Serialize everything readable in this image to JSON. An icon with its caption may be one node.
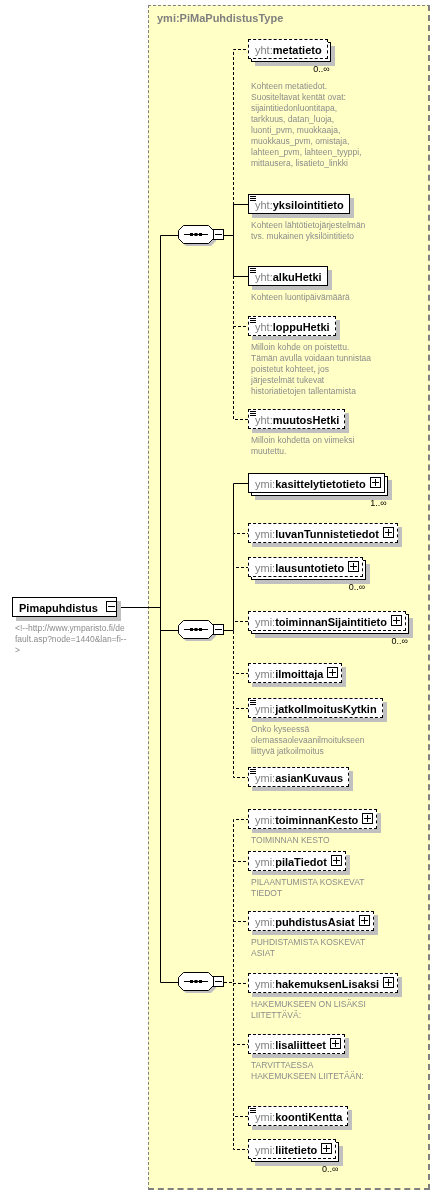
{
  "diagram": {
    "nodes": [
      {
        "text": [
          "Pimapuhdistus"
        ],
        "beside": [
          "<!--http://www.ymparisto.fi/default.asp?node=1440&lan=fi-->"
        ]
      },
      {
        "text": [
          "ymi:PiMaPuhdistusType"
        ]
      },
      {
        "text": [],
        "shape": "octagon",
        "in": 1
      },
      {
        "text": [
          "yht:**metatieto**"
        ],
        "in": 1,
        "beside": [
          "0..∞",
          "Kohteen metatiedot. Suositeltavat kentät ovat: sijaintitiedonluontitapa, tarkkuus, datan_luoja, luonti_pvm, muokkaaja, muokkaus_pvm, omistaja, lahteen_pvm, lahteen_tyyppi, mittausera, lisatieto_linkki"
        ]
      },
      {
        "text": [
          "yht:**yksilointitieto**"
        ],
        "in": 1,
        "beside": [
          "Kohteen lähtötietojärjestelmän tvs. mukainen yksilöintitieto"
        ]
      },
      {
        "text": [
          "yht:**alkuHetki**"
        ],
        "in": 1,
        "beside": [
          "Kohteen luontipäivämäärä"
        ]
      },
      {
        "text": [
          "yht:**loppuHetki**"
        ],
        "in": 1,
        "beside": [
          "Milloin kohde on poistettu. Tämän avulla voidaan tunnistaa poistetut kohteet, jos järjestelmät tukevat historiatietojen tallentamista"
        ]
      },
      {
        "text": [
          "yht:**muutosHetki**"
        ],
        "in": 1,
        "beside": [
          "Milloin kohdetta on viimeksi muutettu."
        ]
      },
      {
        "text": [],
        "shape": "octagon",
        "in": 1
      },
      {
        "text": [
          "ymi:**kasittelytietotieto**"
        ],
        "in": 1,
        "beside": [
          "1..∞"
        ]
      },
      {
        "text": [
          "ymi:**luvanTunnistetiedot**"
        ],
        "in": 1
      },
      {
        "text": [
          "ymi:**lausuntotieto**"
        ],
        "in": 1,
        "beside": [
          "0..∞"
        ]
      },
      {
        "text": [
          "ymi:**toiminnanSijaintitieto**"
        ],
        "in": 1,
        "beside": [
          "0..∞"
        ]
      },
      {
        "text": [
          "ymi:**ilmoittaja**"
        ],
        "in": 1
      },
      {
        "text": [
          "ymi:**jatkoIlmoitusKytkin**"
        ],
        "in": 1,
        "beside": [
          "Onko kyseessä olemassaolevaanilmoitukseen liittyvä jatkoilmoitus"
        ]
      },
      {
        "text": [
          "ymi:**asianKuvaus**"
        ],
        "in": 1
      },
      {
        "text": [],
        "shape": "octagon",
        "in": 1
      },
      {
        "text": [
          "ymi:**toiminnanKesto**"
        ],
        "in": 1,
        "beside": [
          "TOIMINNAN KESTO"
        ]
      },
      {
        "text": [
          "ymi:**pilaTiedot**"
        ],
        "in": 1,
        "beside": [
          "PILAANTUMISTA KOSKEVAT TIEDOT"
        ]
      },
      {
        "text": [
          "ymi:**puhdistusAsiat**"
        ],
        "in": 1,
        "beside": [
          "PUHDISTAMISTA KOSKEVAT ASIAT"
        ]
      },
      {
        "text": [
          "ymi:**hakemuksenLisaksi**"
        ],
        "in": 1,
        "beside": [
          "HAKEMUKSEEN ON LISÄKSI LIITETTÄVÄ:"
        ]
      },
      {
        "text": [
          "ymi:**lisaliitteet**"
        ],
        "in": 1,
        "beside": [
          "TARVITTAESSA HAKEMUKSEEN LIITETÄÄN:"
        ]
      },
      {
        "text": [
          "ymi:**koontiKentta**"
        ],
        "in": 1
      },
      {
        "text": [
          "ymi:**liitetieto**"
        ],
        "in": 1,
        "beside": [
          "0..∞"
        ]
      }
    ],
    "edges": [
      {
        "from": 0,
        "to": 2,
        "arrow": "none"
      },
      {
        "from": 0,
        "to": 8,
        "arrow": "none"
      },
      {
        "from": 0,
        "to": 16,
        "arrow": "none"
      },
      {
        "from": 2,
        "to": 3,
        "arrow": "none",
        "style": "dashed"
      },
      {
        "from": 2,
        "to": 4,
        "arrow": "none"
      },
      {
        "from": 2,
        "to": 5,
        "arrow": "none"
      },
      {
        "from": 2,
        "to": 6,
        "arrow": "none",
        "style": "dashed"
      },
      {
        "from": 2,
        "to": 7,
        "arrow": "none",
        "style": "dashed"
      },
      {
        "from": 8,
        "to": 9,
        "arrow": "none"
      },
      {
        "from": 8,
        "to": 10,
        "arrow": "none",
        "style": "dashed"
      },
      {
        "from": 8,
        "to": 11,
        "arrow": "none",
        "style": "dashed"
      },
      {
        "from": 8,
        "to": 12,
        "arrow": "none",
        "style": "dashed"
      },
      {
        "from": 8,
        "to": 13,
        "arrow": "none",
        "style": "dashed"
      },
      {
        "from": 8,
        "to": 14,
        "arrow": "none",
        "style": "dashed"
      },
      {
        "from": 8,
        "to": 15,
        "arrow": "none",
        "style": "dashed"
      },
      {
        "from": 16,
        "to": 17,
        "arrow": "none",
        "style": "dashed"
      },
      {
        "from": 16,
        "to": 18,
        "arrow": "none",
        "style": "dashed"
      },
      {
        "from": 16,
        "to": 19,
        "arrow": "none",
        "style": "dashed"
      },
      {
        "from": 16,
        "to": 20,
        "arrow": "none",
        "style": "dashed"
      },
      {
        "from": 16,
        "to": 21,
        "arrow": "none",
        "style": "dashed"
      },
      {
        "from": 16,
        "to": 22,
        "arrow": "none",
        "style": "dashed"
      },
      {
        "from": 16,
        "to": 23,
        "arrow": "none",
        "style": "dashed"
      }
    ]
  }
}
